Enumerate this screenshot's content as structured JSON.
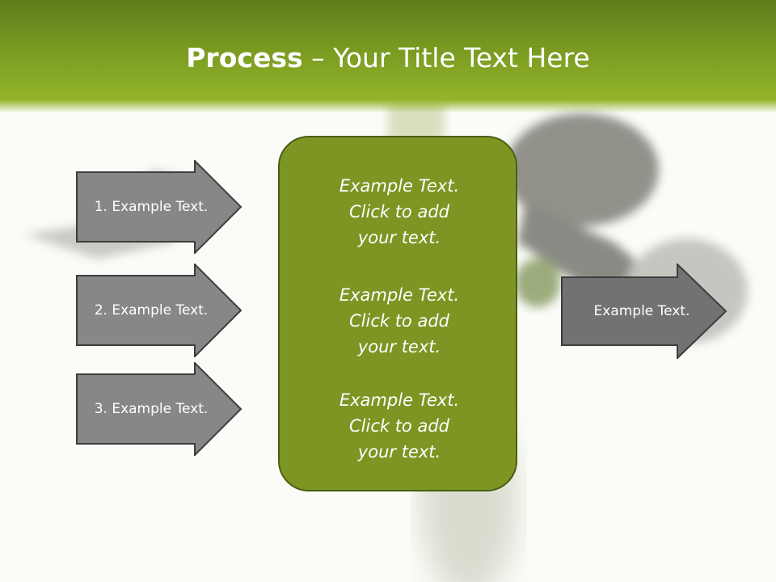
{
  "slide": {
    "title_bold": "Process",
    "title_rest": " – Your Title Text Here"
  },
  "left_arrows": [
    {
      "label": "1. Example Text."
    },
    {
      "label": "2. Example Text."
    },
    {
      "label": "3. Example Text."
    }
  ],
  "center_box": {
    "blocks": [
      {
        "text": "Example Text.\nClick  to add\nyour text."
      },
      {
        "text": "Example Text.\nClick  to add\nyour text."
      },
      {
        "text": "Example Text.\nClick  to add\nyour text."
      }
    ]
  },
  "right_arrow": {
    "label": "Example Text."
  },
  "colors": {
    "header_green": "#7a9b21",
    "box_green": "#7d9522",
    "arrow_gray": "#878787"
  }
}
